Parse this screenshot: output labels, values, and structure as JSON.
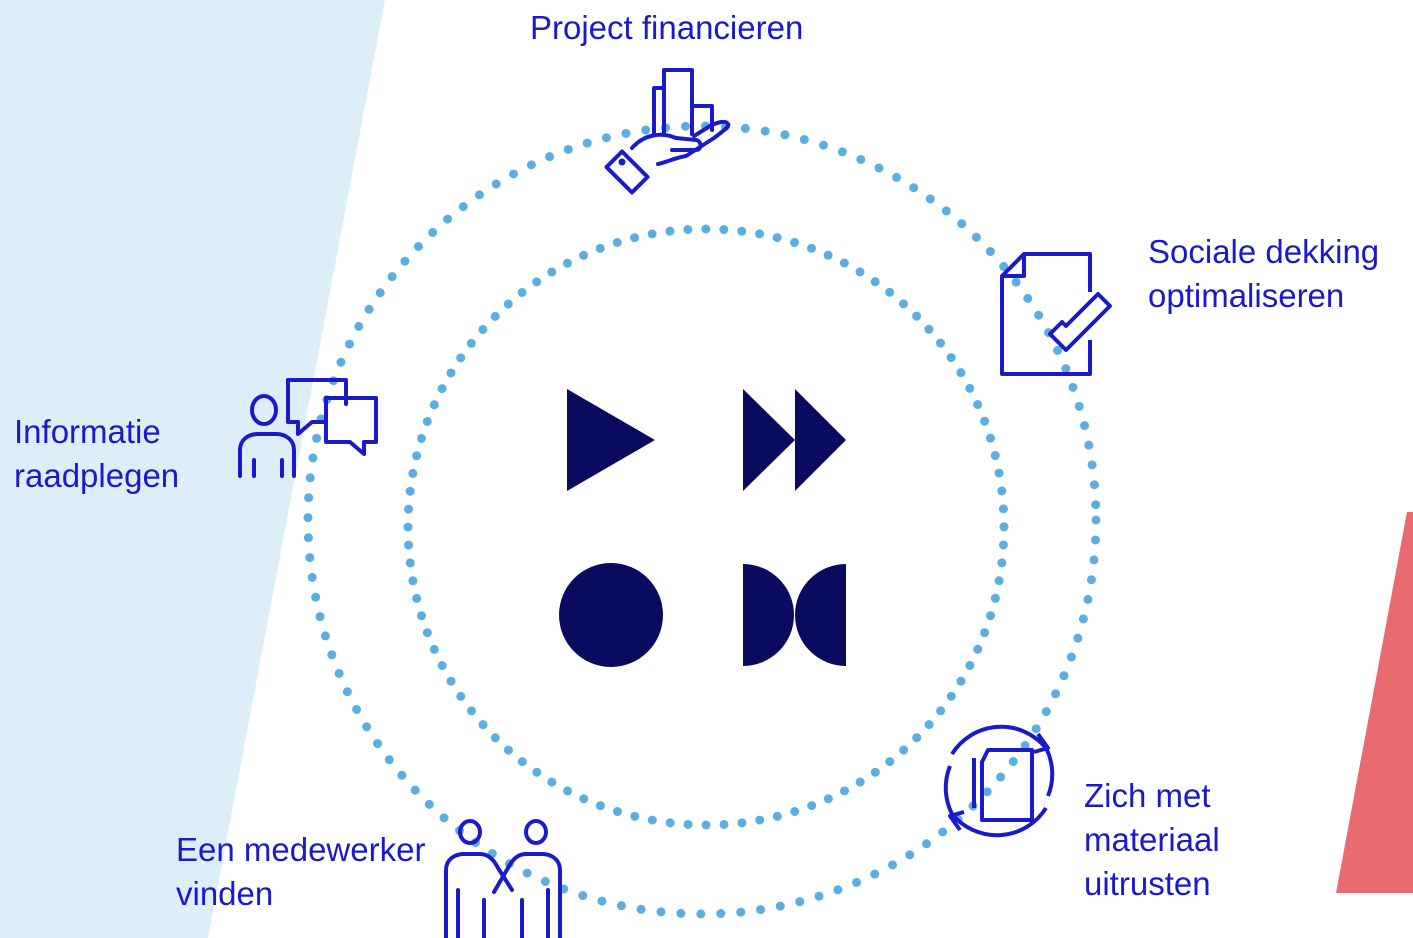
{
  "colors": {
    "background": "#ffffff",
    "left_band": "#ddeef8",
    "dots": "#5aaee2",
    "icon_stroke": "#1a1acc",
    "label_text": "#1a1acc",
    "logo": "#0a0a5e",
    "accent_shape": "#e96b70"
  },
  "diagram": {
    "nodes": [
      {
        "id": "project",
        "lines": [
          "Project financieren"
        ],
        "icon": "hand-bar-chart-icon"
      },
      {
        "id": "social",
        "lines": [
          "Sociale dekking",
          "optimaliseren"
        ],
        "icon": "document-check-icon"
      },
      {
        "id": "material",
        "lines": [
          "Zich met",
          "materiaal",
          "uitrusten"
        ],
        "icon": "document-refresh-icon"
      },
      {
        "id": "employee",
        "lines": [
          "Een medewerker",
          "vinden"
        ],
        "icon": "two-people-handshake-icon"
      },
      {
        "id": "info",
        "lines": [
          "Informatie",
          "raadplegen"
        ],
        "icon": "person-speech-bubbles-icon"
      }
    ],
    "center_logo": {
      "marks": [
        "play-triangle",
        "fast-forward",
        "circle",
        "pause-halves"
      ]
    }
  }
}
